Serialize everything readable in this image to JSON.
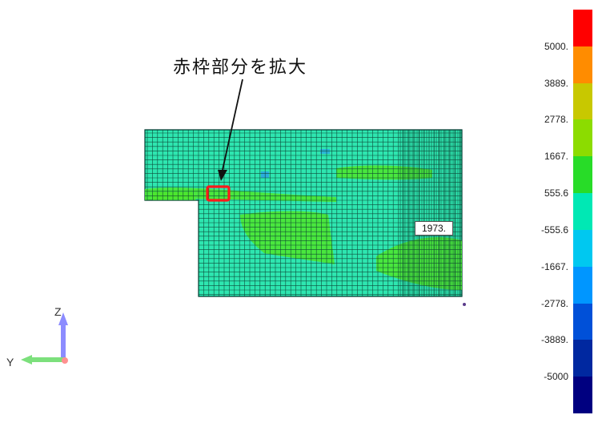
{
  "annotation": "赤枠部分を拡大",
  "max_value_label": "1973.",
  "axes": {
    "y": "Y",
    "z": "Z"
  },
  "legend": {
    "labels": [
      "5000.",
      "3889.",
      "2778.",
      "1667.",
      "555.6",
      "-555.6",
      "-1667.",
      "-2778.",
      "-3889.",
      "-5000"
    ],
    "colors": [
      "#ff0000",
      "#ff8c00",
      "#c8c800",
      "#8cdc00",
      "#28dc28",
      "#00e8b4",
      "#00c8f0",
      "#0096ff",
      "#0050d8",
      "#0028a0",
      "#000080"
    ]
  },
  "colors": {
    "mesh_base": "#2ee6b0",
    "mesh_light": "#7cf0b4",
    "stress_green": "#4ee62a",
    "stress_blue": "#2aa0e8",
    "highlight": "#ff1a1a"
  }
}
